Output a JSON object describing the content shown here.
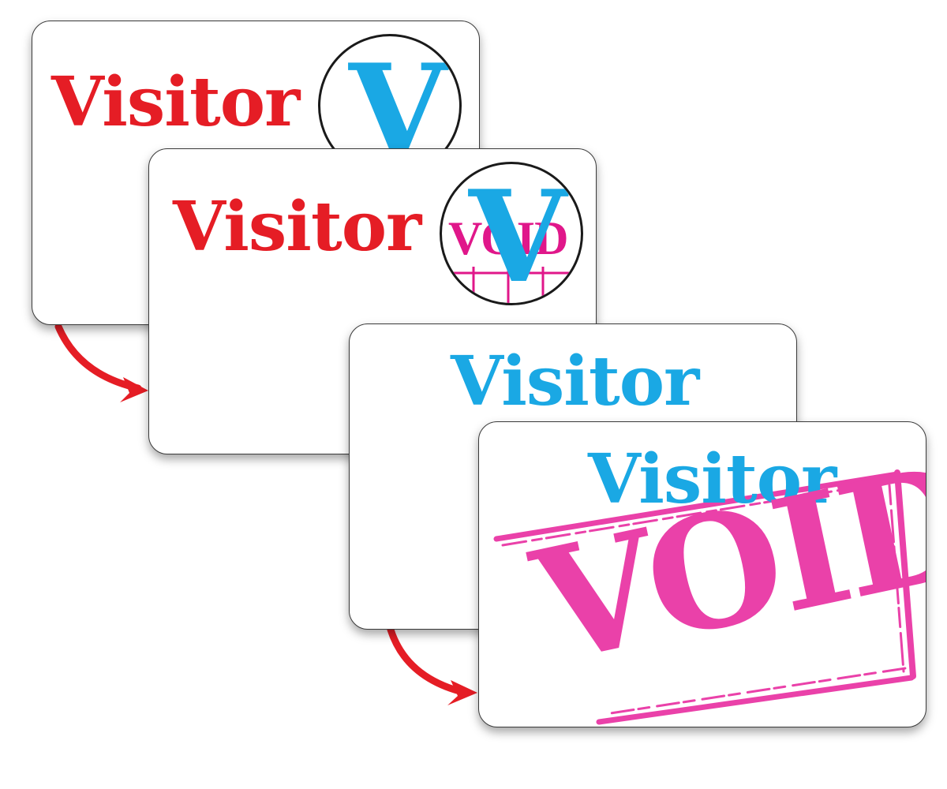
{
  "badges": [
    {
      "id": "badge-1",
      "label": "Visitor",
      "label_color": "#e51d25",
      "emblem": {
        "letter": "V",
        "letter_color": "#1aa8e4",
        "void_text": ""
      }
    },
    {
      "id": "badge-2",
      "label": "Visitor",
      "label_color": "#e51d25",
      "emblem": {
        "letter": "V",
        "letter_color": "#1aa8e4",
        "void_text": "VOID",
        "void_color": "#e0178a"
      }
    },
    {
      "id": "badge-3",
      "label": "Visitor",
      "label_color": "#1aa8e4"
    },
    {
      "id": "badge-4",
      "label": "Visitor",
      "label_color": "#1aa8e4",
      "stamp": {
        "text": "VOID",
        "color": "#ea41a9"
      }
    }
  ],
  "arrows": {
    "color": "#e51d25"
  }
}
